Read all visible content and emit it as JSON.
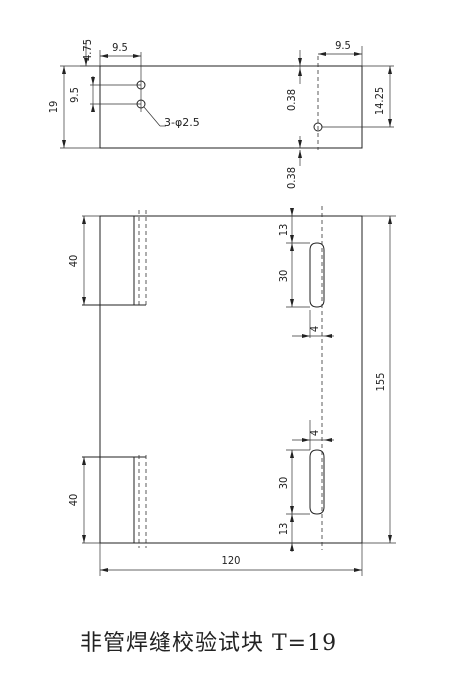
{
  "title": "非管焊缝校验试块 T=19",
  "top_view": {
    "dim_top_gap": "4.75",
    "dim_left_offset": "9.5",
    "dim_right_offset": "9.5",
    "dim_hole_spacing": "9.5",
    "dim_thickness": "19",
    "dim_notch_depth_upper": "0.38",
    "dim_notch_depth_lower": "0.38",
    "dim_hole_depth_right": "14.25",
    "hole_callout": "3-φ2.5"
  },
  "front_view": {
    "dim_slot_length_top": "40",
    "dim_slot_length_bottom": "40",
    "dim_notch_offset_top": "13",
    "dim_notch_offset_bottom": "13",
    "dim_notch_length_top": "30",
    "dim_notch_length_bottom": "30",
    "dim_notch_width_top": "4",
    "dim_notch_width_bottom": "4",
    "dim_height": "155",
    "dim_width": "120"
  }
}
